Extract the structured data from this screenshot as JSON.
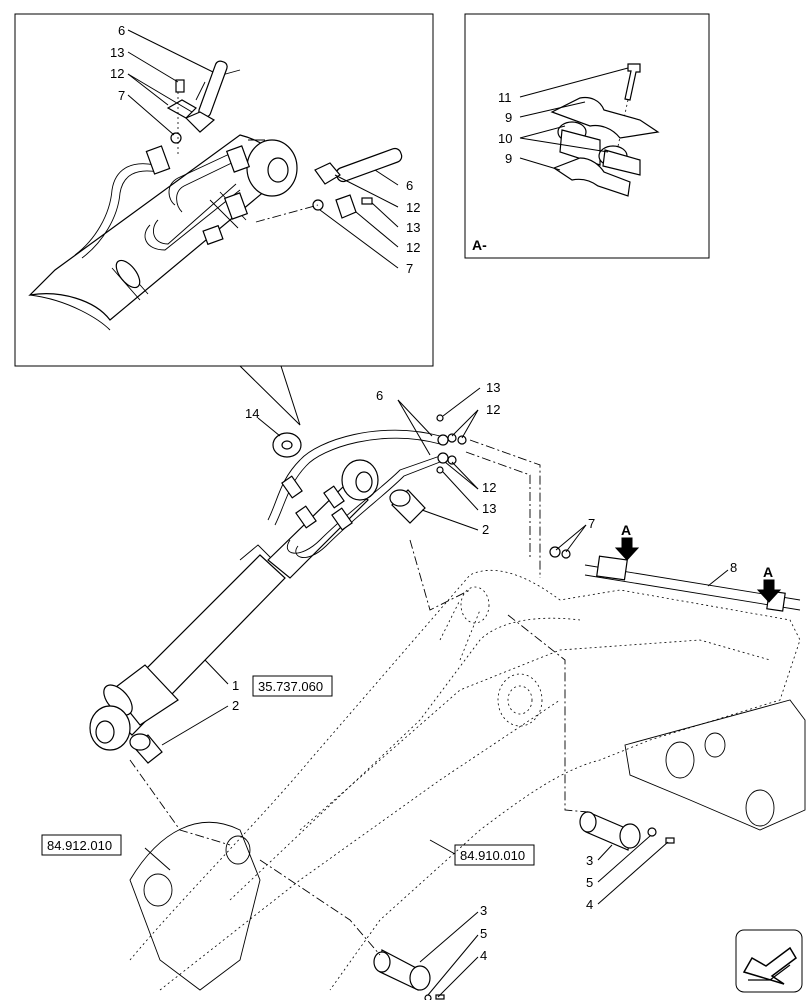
{
  "callouts": {
    "top_left": [
      "6",
      "13",
      "12",
      "7",
      "6",
      "12",
      "13",
      "12",
      "7"
    ],
    "inset_a": [
      "11",
      "9",
      "10",
      "9"
    ],
    "main": [
      "13",
      "12",
      "6",
      "14",
      "12",
      "13",
      "2",
      "7",
      "8",
      "1",
      "2",
      "3",
      "5",
      "4",
      "3",
      "5",
      "4"
    ]
  },
  "references": {
    "cylinder": "35.737.060",
    "bucket_link": "84.912.010",
    "arm": "84.910.010"
  },
  "view_marker": {
    "inset_label": "A-",
    "arrow_1": "A",
    "arrow_2": "A"
  },
  "nav": {
    "next_icon": "arrow-icon"
  }
}
